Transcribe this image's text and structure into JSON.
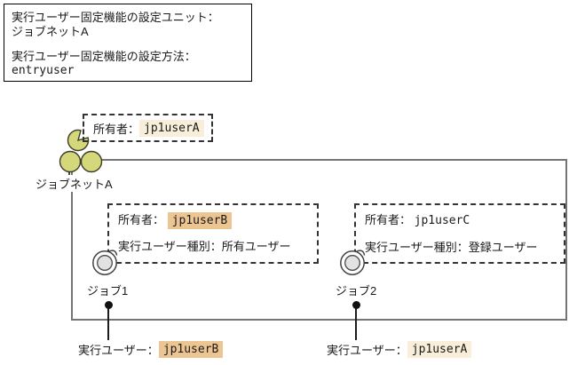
{
  "info_box": {
    "line1": "実行ユーザー固定機能の設定ユニット：",
    "line2": "ジョブネットA",
    "line3": "実行ユーザー固定機能の設定方法：",
    "line4": "entryuser"
  },
  "jobnet": {
    "label": "ジョブネットA",
    "owner_label": "所有者：",
    "owner_value": "jp1userA"
  },
  "job1": {
    "label": "ジョブ1",
    "owner_label": "所有者：",
    "owner_value": "jp1userB",
    "exec_type_line": "実行ユーザー種別：所有ユーザー",
    "exec_user_label": "実行ユーザー：",
    "exec_user_value": "jp1userB"
  },
  "job2": {
    "label": "ジョブ2",
    "owner_label": "所有者：",
    "owner_value": "jp1userC",
    "exec_type_line": "実行ユーザー種別：登録ユーザー",
    "exec_user_label": "実行ユーザー：",
    "exec_user_value": "jp1userA"
  },
  "colors": {
    "highlight_dark": "#edc593",
    "highlight_light": "#f8eed9",
    "unit_icon_fill": "#d4d77a",
    "frame_border": "#757575",
    "dashed_border": "#333333"
  }
}
